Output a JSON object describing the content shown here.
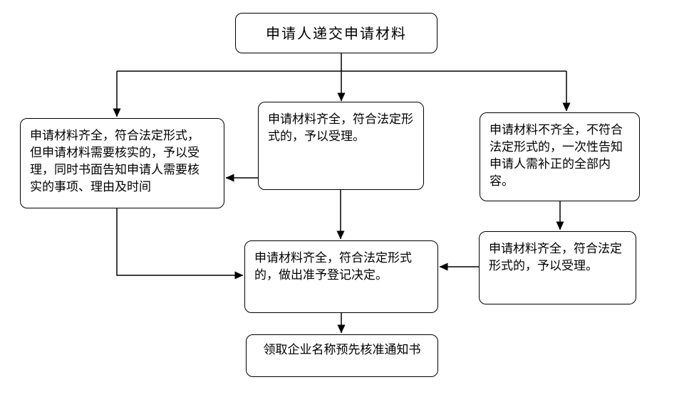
{
  "diagram": {
    "type": "flowchart",
    "background_color": "#ffffff",
    "line_color": "#000000",
    "text_color": "#000000",
    "node_fill": "#ffffff",
    "nodes": {
      "submit": {
        "label": "申请人递交申请材料"
      },
      "verify": {
        "label": "申请材料齐全，符合法定形式，\n但申请材料需要核实的，予以受\n理，同时书面告知申请人需要核\n实的事项、理由及时间"
      },
      "accept": {
        "label": "申请材料齐全，符合法定形\n式的，予以受理。"
      },
      "incomplete": {
        "label": "申请材料不齐全，不符合\n法定形式的，一次性告知\n申请人需补正的全部内\n容。"
      },
      "reaccept": {
        "label": "申请材料齐全，符合法定\n形式的，予以受理。"
      },
      "decision": {
        "label": "申请材料齐全，符合法定形式\n的，做出准予登记决定。"
      },
      "notice": {
        "label": "领取企业名称预先核准通知书"
      }
    },
    "edges": [
      {
        "from": "submit",
        "to": "verify"
      },
      {
        "from": "submit",
        "to": "accept"
      },
      {
        "from": "submit",
        "to": "incomplete"
      },
      {
        "from": "accept",
        "to": "verify"
      },
      {
        "from": "verify",
        "to": "decision"
      },
      {
        "from": "accept",
        "to": "decision"
      },
      {
        "from": "incomplete",
        "to": "reaccept"
      },
      {
        "from": "reaccept",
        "to": "decision"
      },
      {
        "from": "decision",
        "to": "notice"
      }
    ]
  }
}
